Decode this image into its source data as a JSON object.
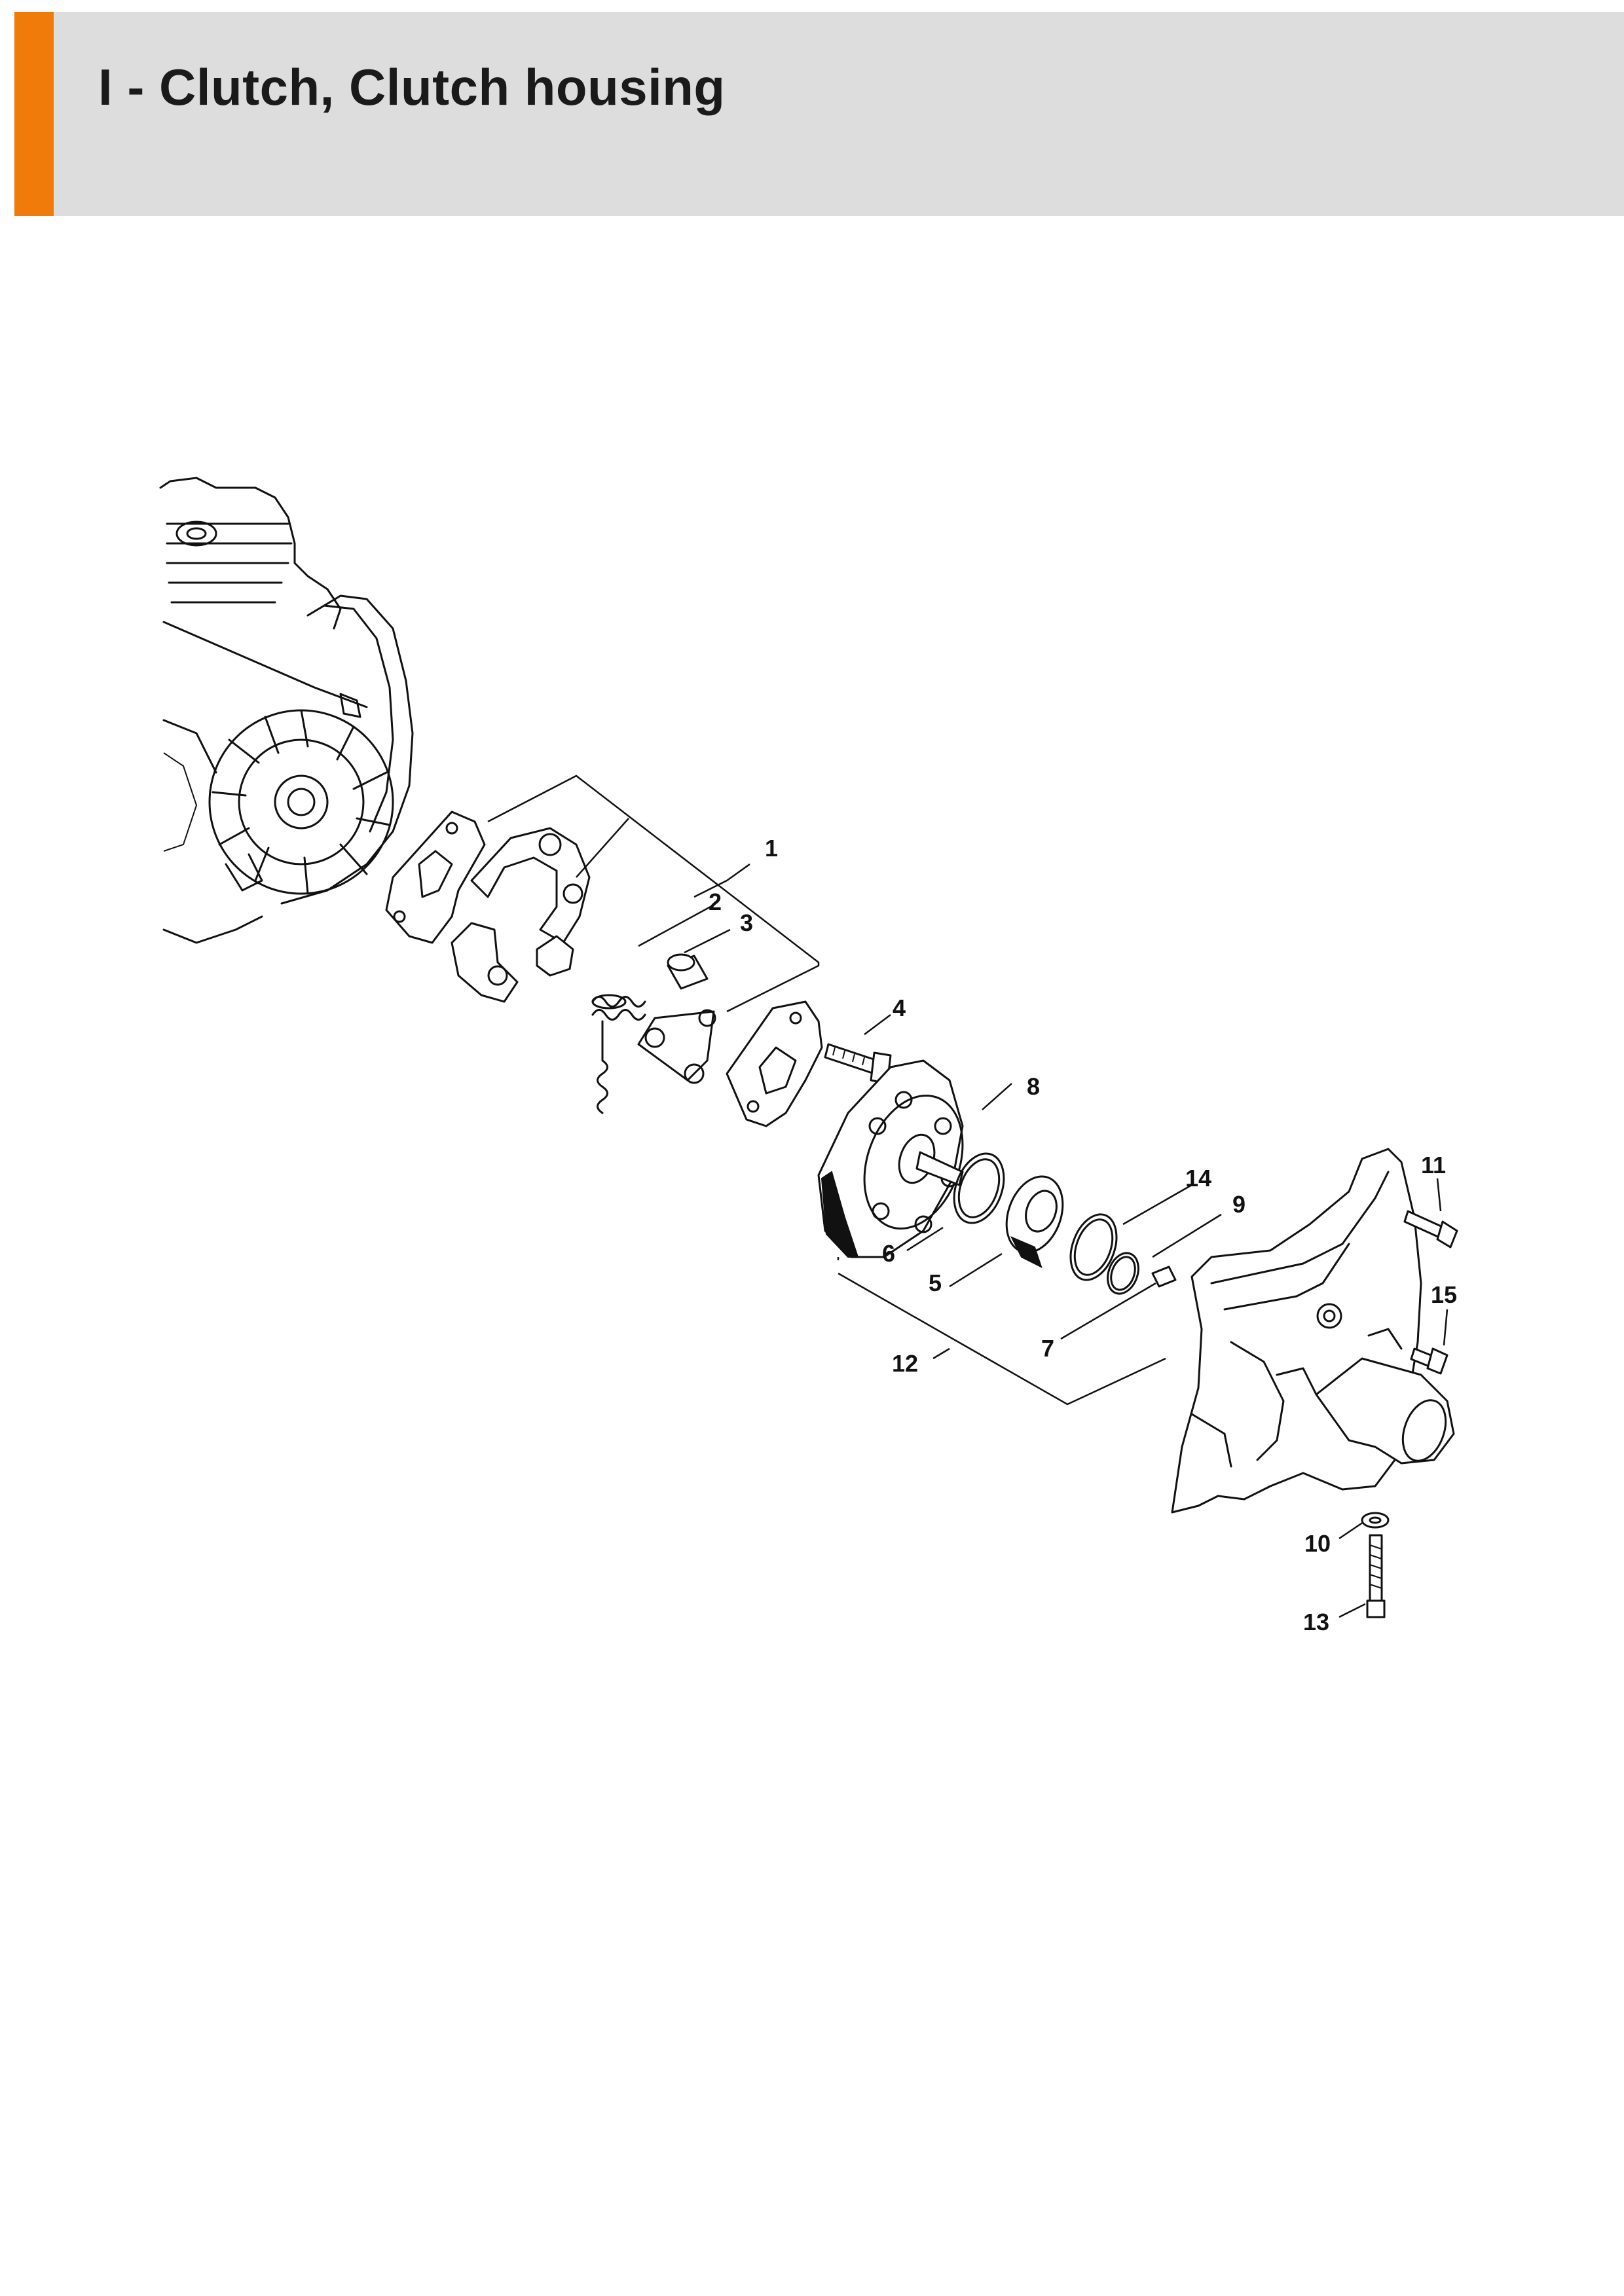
{
  "header": {
    "title": "I - Clutch, Clutch housing",
    "accent_color": "#f07a0a",
    "background_color": "#dcdddc"
  },
  "callouts": {
    "c1": "1",
    "c2": "2",
    "c3": "3",
    "c4": "4",
    "c5": "5",
    "c6": "6",
    "c7": "7",
    "c8": "8",
    "c9": "9",
    "c10": "10",
    "c11": "11",
    "c12": "12",
    "c13": "13",
    "c14": "14",
    "c15": "15"
  }
}
